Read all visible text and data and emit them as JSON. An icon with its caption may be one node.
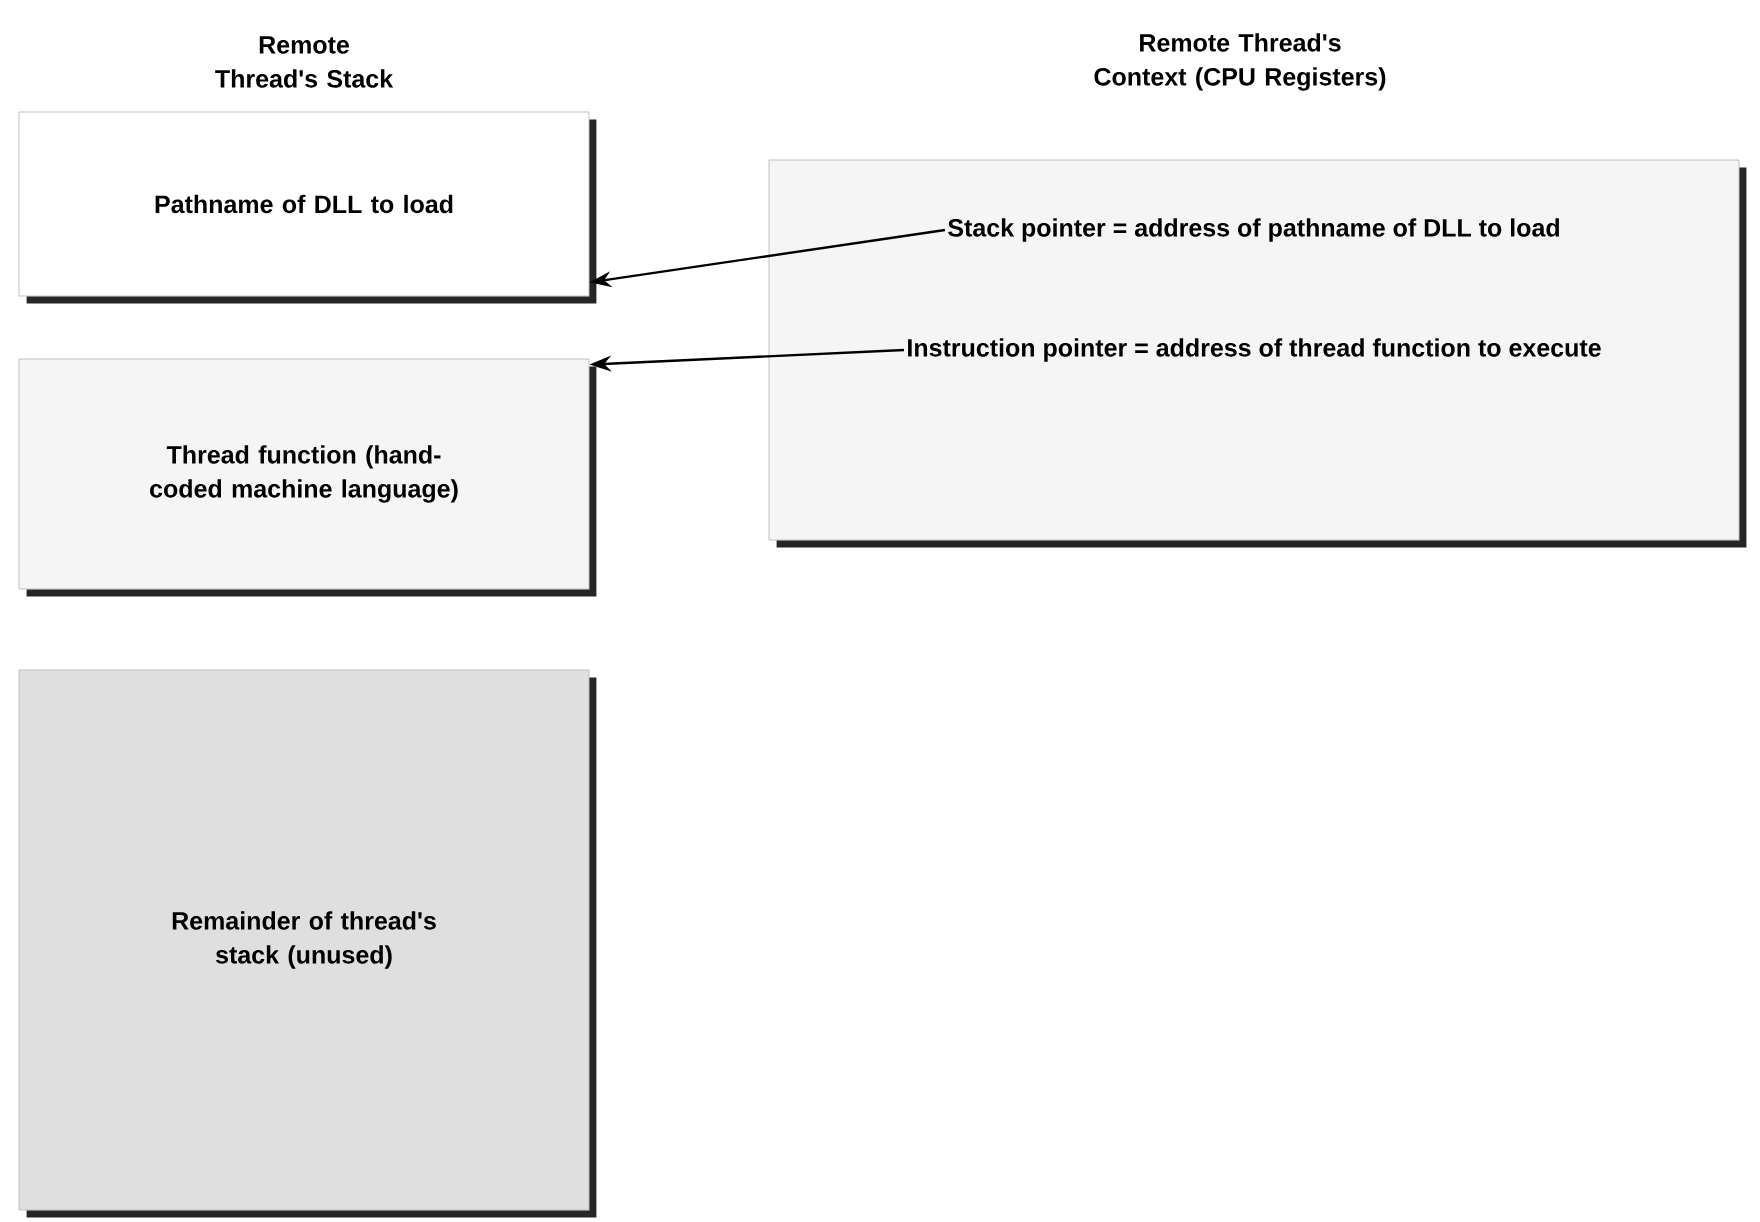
{
  "diagram": {
    "nodes": [
      {
        "text": [
          "Pathname of DLL to load"
        ]
      },
      {
        "text": [
          "Thread function (hand-coded machine language)"
        ]
      },
      {
        "text": [
          "Remainder of thread's stack (unused)"
        ]
      },
      {
        "text": [],
        "shape": "box"
      },
      {
        "text": [
          "Stack pointer = address of pathname of DLL to load"
        ],
        "in": 3
      },
      {
        "text": [
          "Instruction pointer = address of thread function to execute"
        ],
        "in": 3
      }
    ],
    "edges": [
      {
        "from": 4,
        "to": 0,
        "arrow": "to"
      },
      {
        "from": 5,
        "to": 1,
        "arrow": "to"
      }
    ],
    "labels": [
      "Remote Thread's Stack",
      "Remote Thread's Context (CPU Registers)"
    ]
  }
}
